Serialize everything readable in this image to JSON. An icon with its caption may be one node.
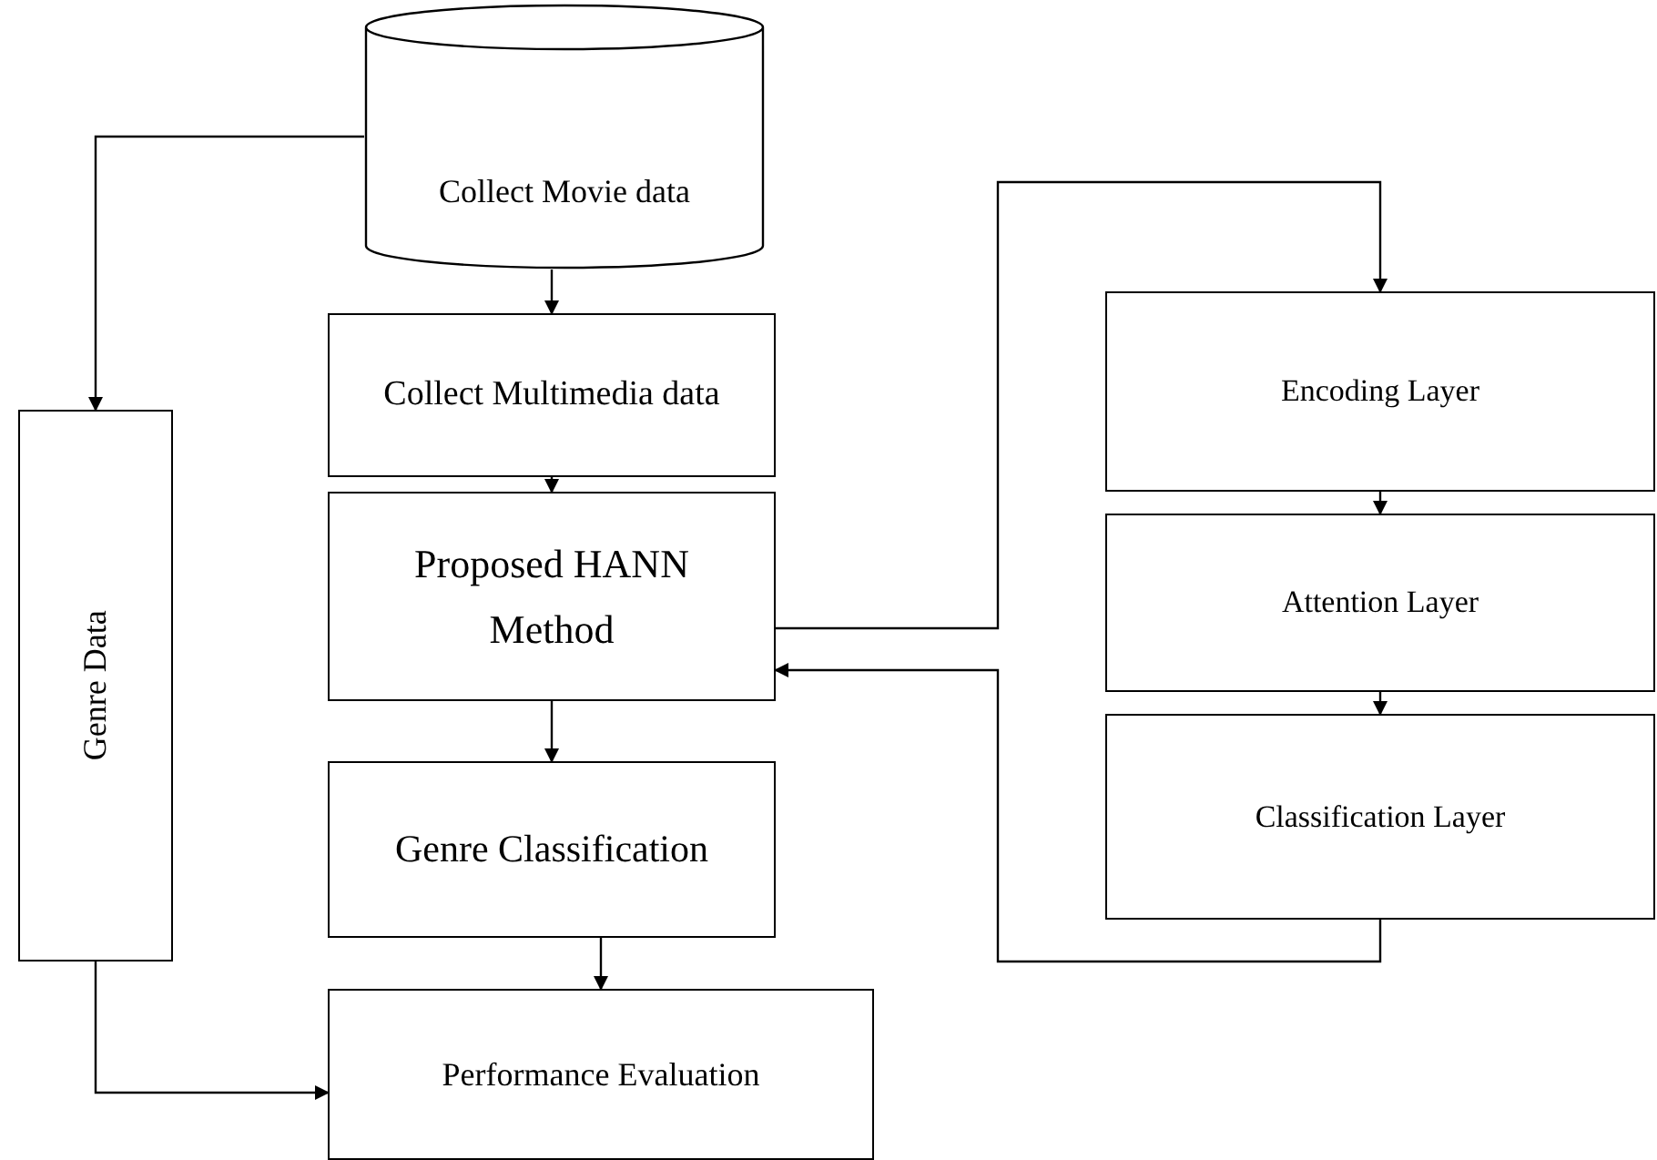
{
  "diagram": {
    "nodes": [
      {
        "text": [
          "Collect Movie data"
        ]
      },
      {
        "text": [
          "Collect Multimedia data"
        ]
      },
      {
        "text": [
          "Proposed HANN Method"
        ]
      },
      {
        "text": [
          "Genre Classification"
        ]
      },
      {
        "text": [
          "Performance Evaluation"
        ]
      },
      {
        "text": [
          "Genre Data"
        ]
      },
      {
        "text": [
          "Encoding Layer"
        ]
      },
      {
        "text": [
          "Attention Layer"
        ]
      },
      {
        "text": [
          "Classification Layer"
        ]
      }
    ],
    "edges": [
      {
        "from": 0,
        "to": 1,
        "arrow": "to"
      },
      {
        "from": 1,
        "to": 2,
        "arrow": "to"
      },
      {
        "from": 2,
        "to": 3,
        "arrow": "to"
      },
      {
        "from": 3,
        "to": 4,
        "arrow": "to"
      },
      {
        "from": 0,
        "to": 5,
        "arrow": "to"
      },
      {
        "from": 5,
        "to": 4,
        "arrow": "to"
      },
      {
        "from": 2,
        "to": 6,
        "arrow": "to"
      },
      {
        "from": 6,
        "to": 7,
        "arrow": "to"
      },
      {
        "from": 7,
        "to": 8,
        "arrow": "to"
      },
      {
        "from": 8,
        "to": 2,
        "arrow": "to"
      }
    ]
  }
}
